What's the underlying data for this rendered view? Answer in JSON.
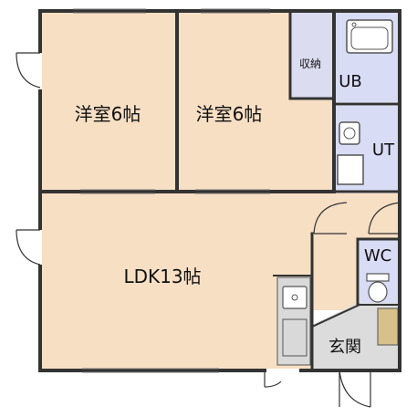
{
  "rooms": {
    "bedroom_left": "洋室6帖",
    "bedroom_right": "洋室6帖",
    "storage": "収納",
    "unit_bath": "UB",
    "utility": "UT",
    "ldk": "LDK13帖",
    "toilet": "WC",
    "entrance": "玄関"
  },
  "colors": {
    "room_floor": "#f7dfc4",
    "wet_area": "#d8dcf5",
    "storage": "#dcdcf0",
    "entrance_floor": "#dcdcdc",
    "kitchen_counter": "#d9d9d9",
    "shoe_cabinet": "#d8c08a",
    "wall": "#333333"
  }
}
